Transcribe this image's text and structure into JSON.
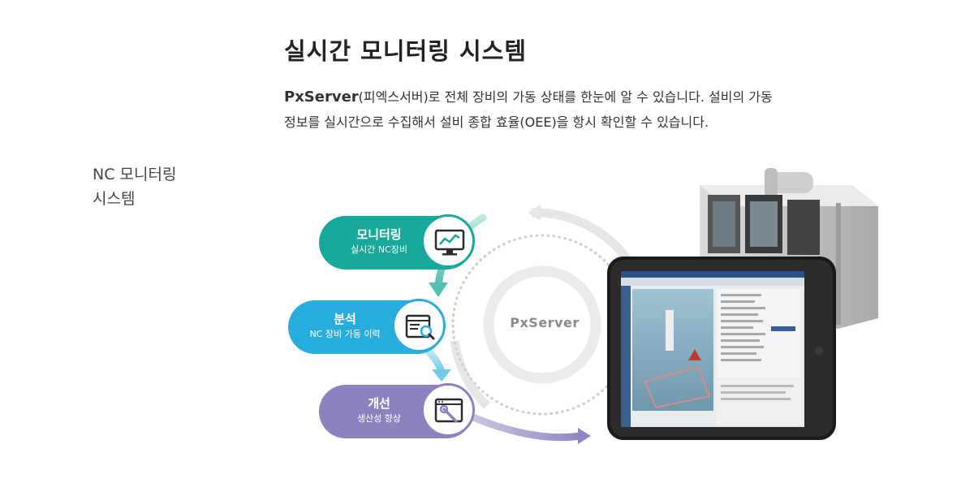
{
  "sidebar": {
    "label_line1": "NC 모니터링",
    "label_line2": "시스템"
  },
  "header": {
    "title": "실시간 모니터링 시스템",
    "brand": "PxServer",
    "desc_line1_rest": "(피엑스서버)로 전체 장비의 가동 상태를 한눈에 알 수 있습니다. 설비의 가동",
    "desc_line2": "정보를 실시간으로 수집해서 설비 종합 효율(OEE)을 항시 확인할 수 있습니다."
  },
  "diagram": {
    "center_label": "PxServer",
    "steps": [
      {
        "title": "모니터링",
        "subtitle": "실시간 NC장비",
        "color": "#17a99a",
        "icon": "line-chart-monitor-icon"
      },
      {
        "title": "분석",
        "subtitle": "NC 장비 가동 이력",
        "color": "#27aede",
        "icon": "magnifier-document-icon"
      },
      {
        "title": "개선",
        "subtitle": "생산성 향상",
        "color": "#8b83c0",
        "icon": "wrench-window-icon"
      }
    ]
  }
}
